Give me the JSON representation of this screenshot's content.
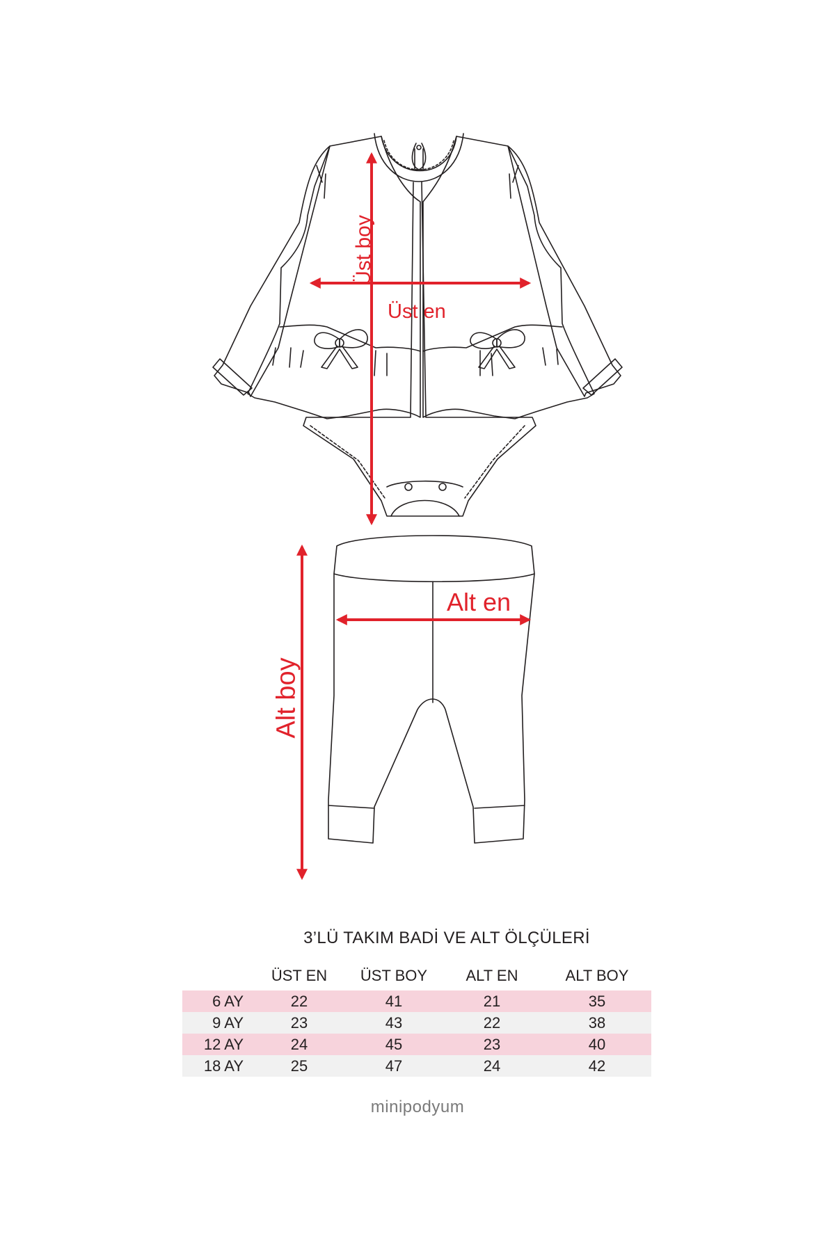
{
  "labels": {
    "ust_boy": "Üst boy",
    "ust_en": "Üst en",
    "alt_en": "Alt en",
    "alt_boy": "Alt boy"
  },
  "size_table": {
    "title": "3’LÜ TAKIM BADİ VE ALT ÖLÇÜLERİ",
    "columns": [
      "ÜST EN",
      "ÜST BOY",
      "ALT EN",
      "ALT BOY"
    ],
    "rows": [
      {
        "label": "6 AY",
        "values": [
          "22",
          "41",
          "21",
          "35"
        ]
      },
      {
        "label": "9 AY",
        "values": [
          "23",
          "43",
          "22",
          "38"
        ]
      },
      {
        "label": "12 AY",
        "values": [
          "24",
          "45",
          "23",
          "40"
        ]
      },
      {
        "label": "18 AY",
        "values": [
          "25",
          "47",
          "24",
          "42"
        ]
      }
    ]
  },
  "brand": "minipodyum",
  "colors": {
    "measure_red": "#e1222b",
    "row_pink": "#f7d3dc",
    "row_grey": "#f1f1f1",
    "line": "#231f20"
  }
}
